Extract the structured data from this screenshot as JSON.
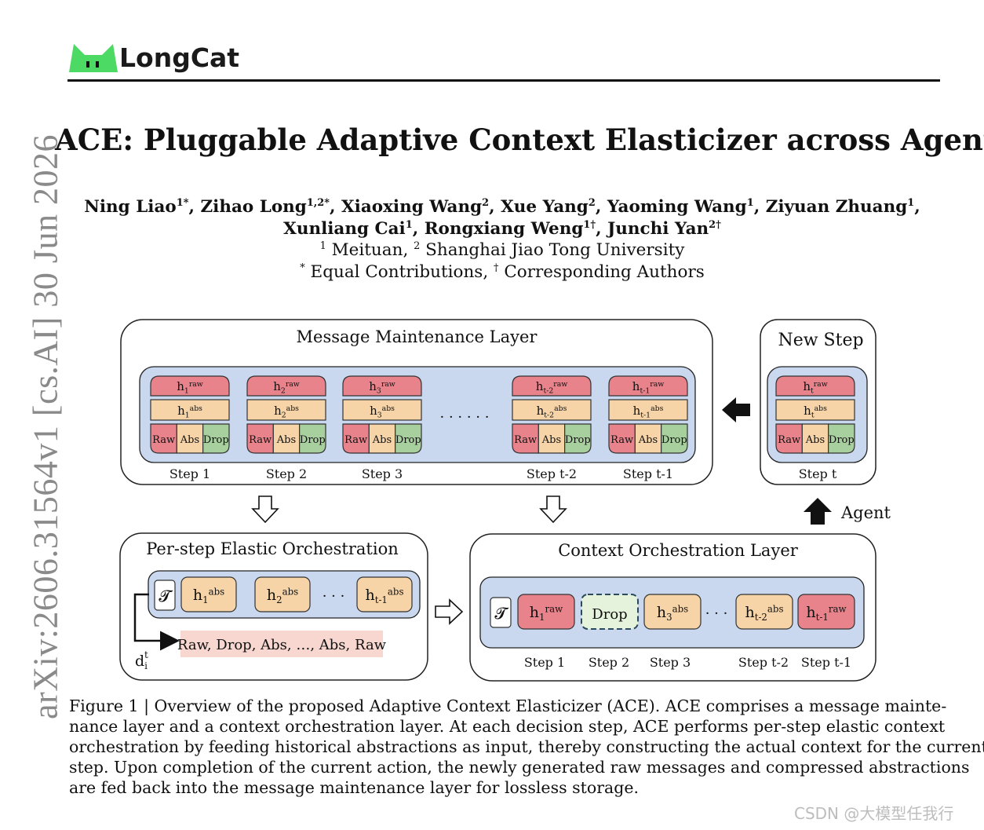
{
  "side_stamp": "arXiv:2606.31564v1  [cs.AI]  30 Jun 2026",
  "brand": {
    "name": "LongCat",
    "logo_icon": "longcat-cat-logo-icon",
    "logo_color": "#4cd964"
  },
  "title": "ACE: Pluggable Adaptive Context Elasticizer across Agents",
  "authors_line1": [
    {
      "name": "Ning Liao",
      "sup": "1*"
    },
    {
      "name": "Zihao Long",
      "sup": "1,2*"
    },
    {
      "name": "Xiaoxing Wang",
      "sup": "2"
    },
    {
      "name": "Xue Yang",
      "sup": "2"
    },
    {
      "name": "Yaoming Wang",
      "sup": "1"
    },
    {
      "name": "Ziyuan Zhuang",
      "sup": "1"
    }
  ],
  "authors_line2": [
    {
      "name": "Xunliang Cai",
      "sup": "1"
    },
    {
      "name": "Rongxiang Weng",
      "sup": "1†"
    },
    {
      "name": "Junchi Yan",
      "sup": "2†"
    }
  ],
  "affiliations": [
    {
      "sup": "1",
      "name": "Meituan"
    },
    {
      "sup": "2",
      "name": "Shanghai Jiao Tong University"
    }
  ],
  "notes": [
    {
      "sup": "*",
      "text": "Equal Contributions"
    },
    {
      "sup": "†",
      "text": "Corresponding Authors"
    }
  ],
  "figure": {
    "mml_title": "Message Maintenance Layer",
    "new_step_title": "New Step",
    "pseo_title": "Per-step Elastic Orchestration",
    "col_title": "Context Orchestration Layer",
    "agent_label": "Agent",
    "ellipsis": "· · · · · ·",
    "mini_labels": [
      "Raw",
      "Abs",
      "Drop"
    ],
    "raw_sup": "raw",
    "abs_sup": "abs",
    "mml_cols": [
      {
        "sub": "1",
        "step": "Step 1"
      },
      {
        "sub": "2",
        "step": "Step 2"
      },
      {
        "sub": "3",
        "step": "Step 3"
      },
      {
        "sub": "t-2",
        "step": "Step t-2"
      },
      {
        "sub": "t-1",
        "step": "Step t-1"
      }
    ],
    "new_step": {
      "sub": "t",
      "step": "Step t"
    },
    "tau": "𝓣",
    "pseo_items": [
      {
        "sub": "1"
      },
      {
        "sub": "2"
      },
      {
        "sub": "t-1"
      }
    ],
    "pseo_dots": "· · ·",
    "decision_label": "d",
    "decision_sub": "i",
    "decision_sup": "t",
    "decision_seq": "Raw, Drop, Abs, …, Abs, Raw",
    "col_drop": "Drop",
    "col_dots": "· · ·",
    "col_items": [
      {
        "kind": "raw",
        "sub": "1"
      },
      {
        "kind": "drop"
      },
      {
        "kind": "abs",
        "sub": "3"
      },
      {
        "kind": "abs",
        "sub": "t-2"
      },
      {
        "kind": "raw",
        "sub": "t-1"
      }
    ],
    "col_steps": [
      "Step 1",
      "Step 2",
      "Step 3",
      "Step t-2",
      "Step t-1"
    ],
    "colors": {
      "raw": "#e8838c",
      "abs": "#f6d4a7",
      "drop": "#a8cf9e",
      "drop_dashed_fill": "#e6f3dc",
      "panel_blue": "#c9d8ee",
      "decision_bg": "#f7d7cf"
    }
  },
  "caption": [
    "Figure 1 | Overview of the proposed Adaptive Context Elasticizer (ACE). ACE comprises a message mainte-",
    "nance layer and a context orchestration layer. At each decision step, ACE performs per-step elastic context",
    "orchestration by feeding historical abstractions as input, thereby constructing the actual context for the current",
    "step. Upon completion of the current action, the newly generated raw messages and compressed abstractions",
    "are fed back into the message maintenance layer for lossless storage."
  ],
  "watermark": "CSDN @大模型任我行"
}
